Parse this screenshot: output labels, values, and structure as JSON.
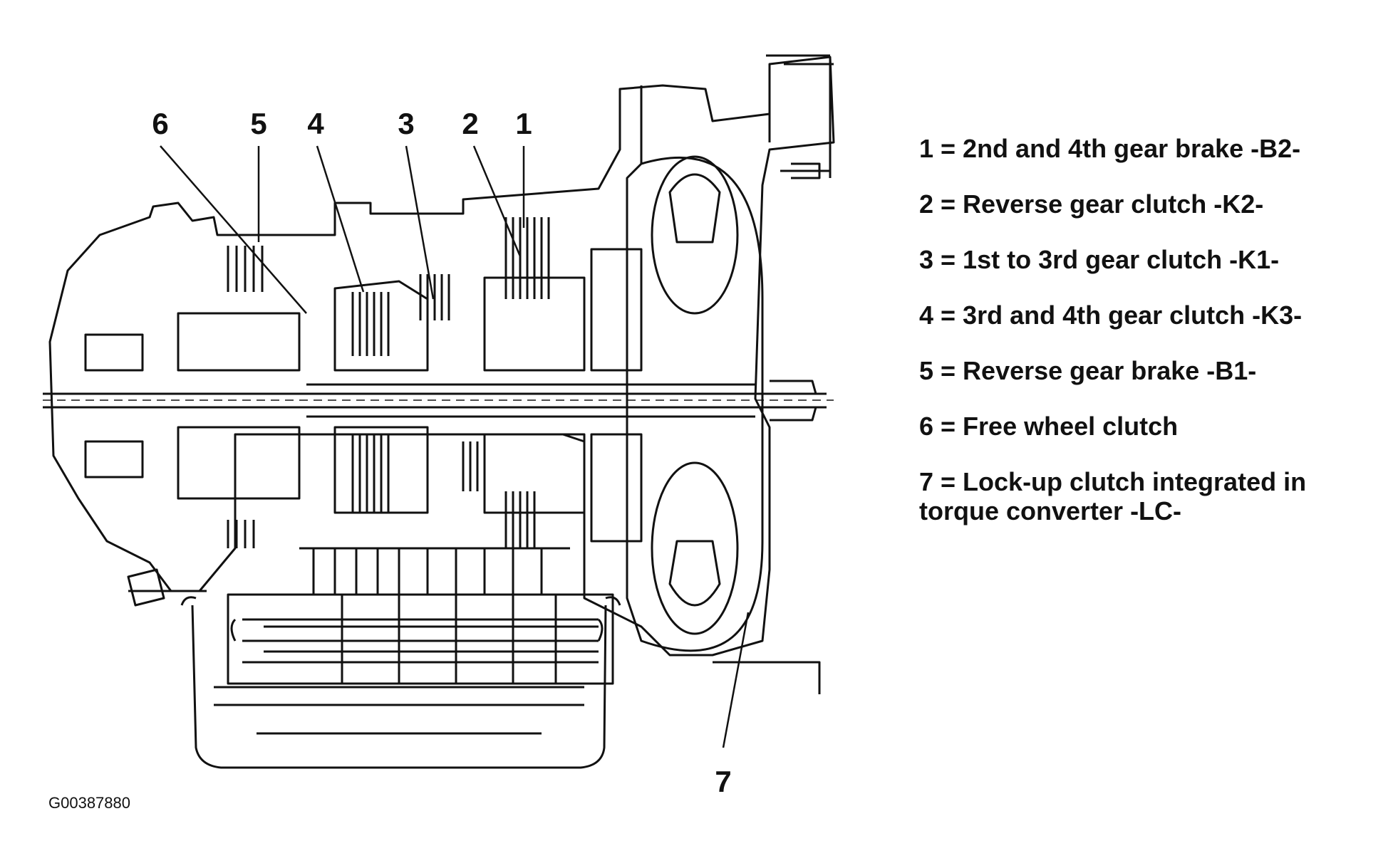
{
  "callouts": [
    "1",
    "2",
    "3",
    "4",
    "5",
    "6",
    "7"
  ],
  "legend": [
    "1 = 2nd and 4th gear brake -B2-",
    "2 = Reverse gear clutch -K2-",
    "3 = 1st to 3rd gear clutch -K1-",
    "4 = 3rd and 4th gear clutch -K3-",
    "5 = Reverse gear brake -B1-",
    "6 = Free wheel clutch",
    "7 = Lock-up clutch integrated in\ntorque converter -LC-"
  ],
  "figure_code": "G00387880",
  "colors": {
    "ink": "#111111",
    "background": "#ffffff"
  }
}
